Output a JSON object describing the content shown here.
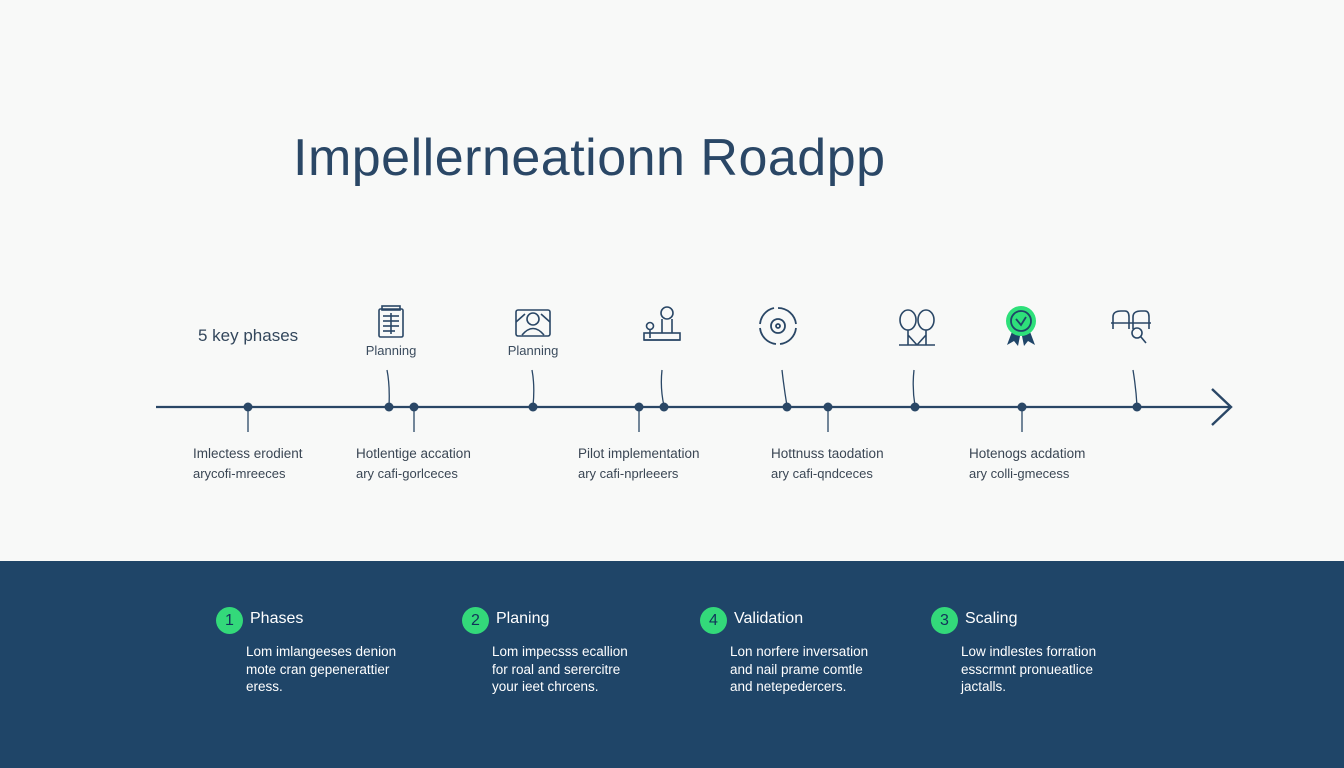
{
  "title": "Impellerneationn Roadpp",
  "subtitle": "5 key phases",
  "colors": {
    "navy": "#1f4568",
    "line": "#2a4766",
    "accent": "#33d97a",
    "background": "#f8f9f8"
  },
  "top_icons": [
    {
      "name": "document-icon",
      "label": "Planning"
    },
    {
      "name": "people-icon",
      "label": "Planning"
    },
    {
      "name": "person-podium-icon",
      "label": ""
    },
    {
      "name": "cycle-icon",
      "label": ""
    },
    {
      "name": "balloons-icon",
      "label": ""
    },
    {
      "name": "award-ribbon-icon",
      "label": "",
      "highlight": true
    },
    {
      "name": "search-group-icon",
      "label": ""
    }
  ],
  "timeline_texts": [
    {
      "line1": "Imlectess erodient",
      "line2": "arycofi-mreeces"
    },
    {
      "line1": "Hotlentige accation",
      "line2": "ary cafi-gorlceces"
    },
    {
      "line1": "Pilot implementation",
      "line2": "ary cafi-nprleeers"
    },
    {
      "line1": "Hottnuss taodation",
      "line2": "ary cafi-qndceces"
    },
    {
      "line1": "Hotenogs acdatiom",
      "line2": "ary colli-gmecess"
    }
  ],
  "cards": [
    {
      "number": "1",
      "title": "Phases",
      "lines": [
        "Lom imlangeeses denion",
        "mote cran gepenerattier",
        "eress."
      ]
    },
    {
      "number": "2",
      "title": "Planing",
      "lines": [
        "Lom impecsss ecallion",
        "for roal and serercitre",
        "your ieet chrcens."
      ]
    },
    {
      "number": "4",
      "title": "Validation",
      "lines": [
        "Lon norfere inversation",
        "and nail prame comtle",
        "and netepedercers."
      ]
    },
    {
      "number": "3",
      "title": "Scaling",
      "lines": [
        "Low indlestes forration",
        "esscrmnt pronueatlice",
        "jactalls."
      ]
    }
  ]
}
